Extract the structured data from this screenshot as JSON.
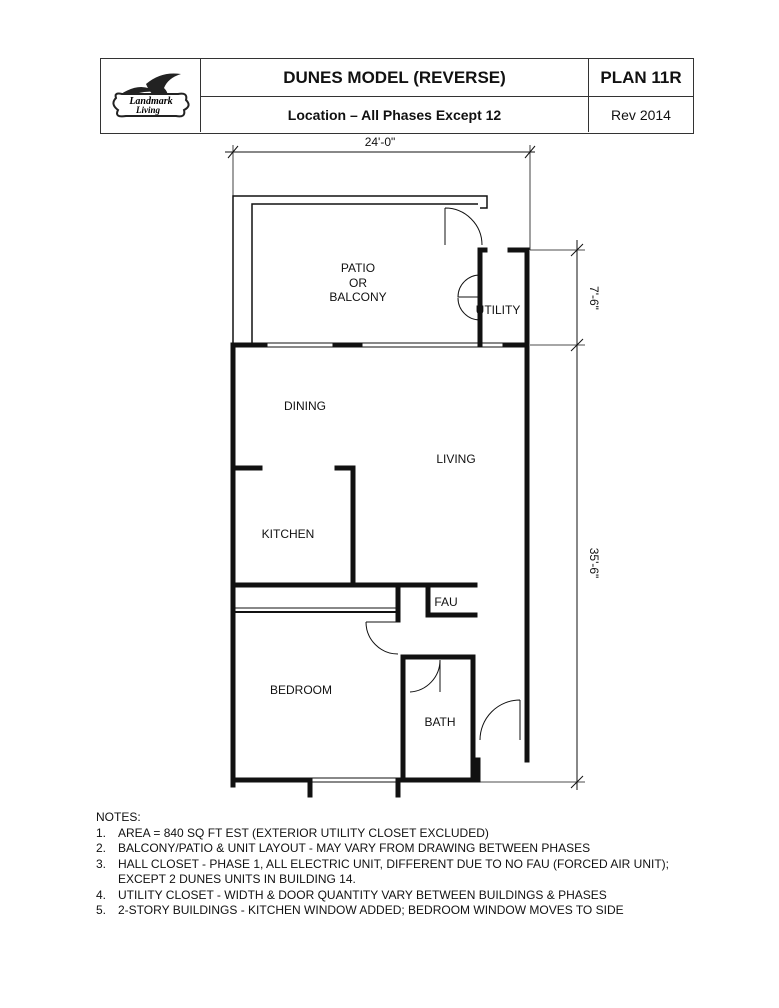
{
  "header": {
    "logo_text": "Landmark Living",
    "title": "DUNES MODEL (REVERSE)",
    "plan": "PLAN 11R",
    "location": "Location – All Phases Except 12",
    "revision": "Rev 2014"
  },
  "dimensions": {
    "width": "24'-0\"",
    "utility_depth": "7'-6\"",
    "unit_depth": "35'-6\""
  },
  "rooms": {
    "patio": [
      "PATIO",
      "OR",
      "BALCONY"
    ],
    "utility": "UTILITY",
    "dining": "DINING",
    "living": "LIVING",
    "kitchen": "KITCHEN",
    "fau": "FAU",
    "bedroom": "BEDROOM",
    "bath": "BATH"
  },
  "notes": {
    "heading": "NOTES:",
    "items": [
      {
        "num": "1.",
        "text": "AREA = 840 SQ FT EST (EXTERIOR UTILITY CLOSET EXCLUDED)"
      },
      {
        "num": "2.",
        "text": "BALCONY/PATIO & UNIT LAYOUT - MAY VARY FROM DRAWING BETWEEN PHASES"
      },
      {
        "num": "3.",
        "text": "HALL CLOSET - PHASE 1, ALL ELECTRIC UNIT, DIFFERENT DUE TO NO FAU (FORCED AIR UNIT); EXCEPT 2 DUNES UNITS IN BUILDING 14."
      },
      {
        "num": "4.",
        "text": "UTILITY CLOSET - WIDTH & DOOR QUANTITY VARY BETWEEN BUILDINGS & PHASES"
      },
      {
        "num": "5.",
        "text": "2-STORY BUILDINGS - KITCHEN WINDOW ADDED; BEDROOM WINDOW MOVES TO SIDE"
      }
    ]
  }
}
